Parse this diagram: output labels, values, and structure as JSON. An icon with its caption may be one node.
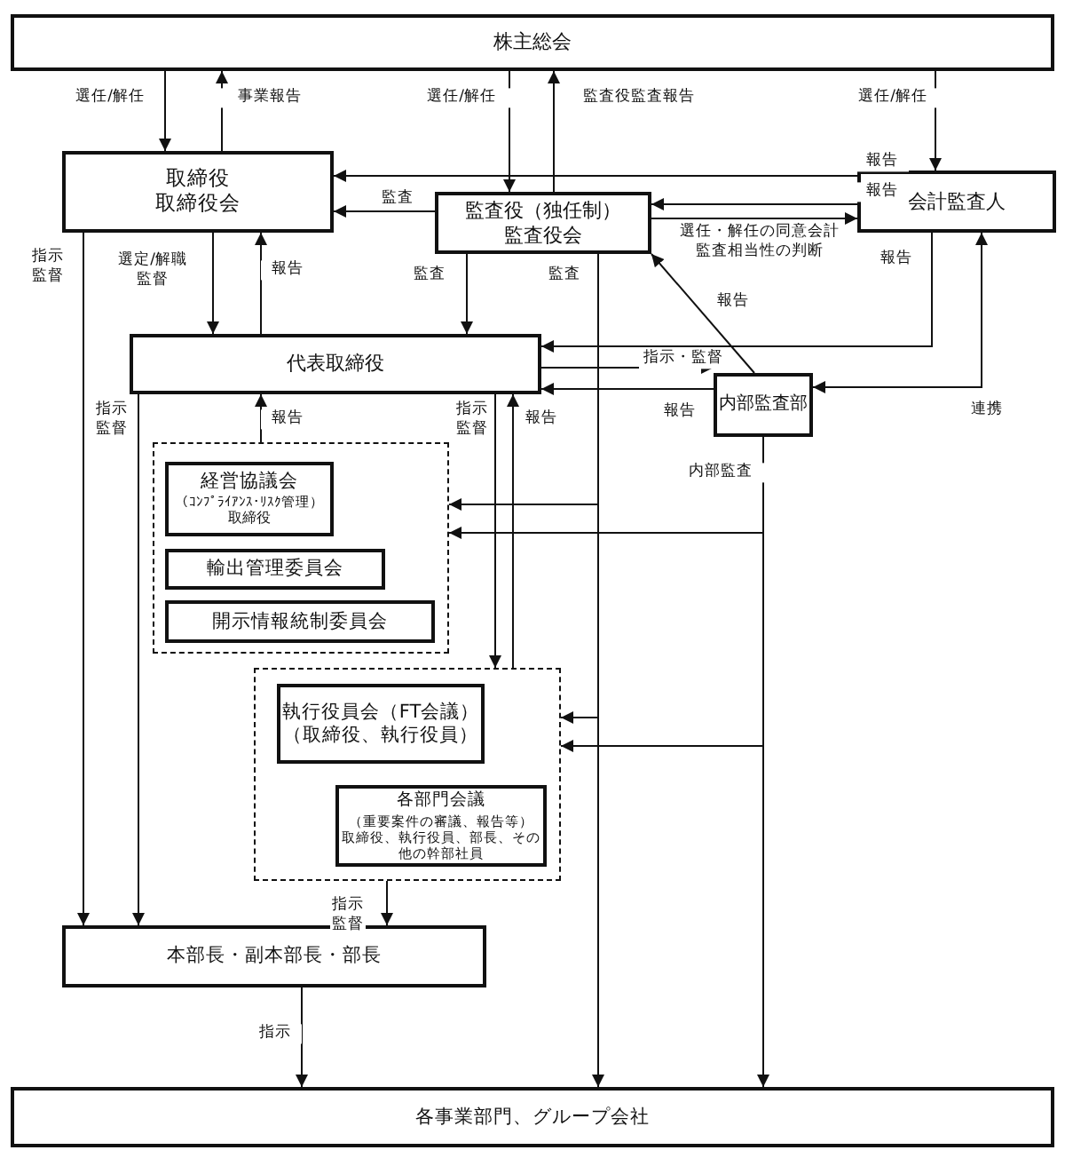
{
  "diagram": {
    "nodes": [
      {
        "text": [
          "株主総会"
        ]
      },
      {
        "text": [
          "取締役",
          "取締役会"
        ]
      },
      {
        "text": [
          "監査役（独任制）",
          "監査役会"
        ]
      },
      {
        "text": [
          "会計監査人"
        ]
      },
      {
        "text": [
          "代表取締役"
        ]
      },
      {
        "text": [
          "内部監査部"
        ]
      },
      {
        "text": [],
        "shape": "box"
      },
      {
        "text": [
          "経営協議会",
          "（ｺﾝﾌﾟﾗｲｱﾝｽ･ﾘｽｸ管理）",
          "取締役"
        ],
        "in": 6
      },
      {
        "text": [
          "輸出管理委員会"
        ],
        "in": 6
      },
      {
        "text": [
          "開示情報統制委員会"
        ],
        "in": 6
      },
      {
        "text": [],
        "shape": "box"
      },
      {
        "text": [
          "執行役員会（FT会議）",
          "（取締役、執行役員）"
        ],
        "in": 10
      },
      {
        "text": [
          "各部門会議",
          "（重要案件の審議、報告等）",
          "取締役、執行役員、部長、その他の幹部社員"
        ],
        "in": 10
      },
      {
        "text": [
          "本部長・副本部長・部長"
        ]
      },
      {
        "text": [
          "各事業部門、グループ会社"
        ]
      }
    ],
    "edges": [
      {
        "from": 0,
        "to": 1,
        "arrow": "to",
        "label": "選任/解任"
      },
      {
        "from": 1,
        "to": 0,
        "arrow": "to",
        "label": "事業報告"
      },
      {
        "from": 0,
        "to": 2,
        "arrow": "to",
        "label": "選任/解任"
      },
      {
        "from": 2,
        "to": 0,
        "arrow": "to",
        "label": "監査役監査報告"
      },
      {
        "from": 0,
        "to": 3,
        "arrow": "to",
        "label": "選任/解任"
      },
      {
        "from": 3,
        "to": 1,
        "arrow": "to",
        "label": "報告"
      },
      {
        "from": 3,
        "to": 2,
        "arrow": "to",
        "label": "報告"
      },
      {
        "from": 2,
        "to": 3,
        "arrow": "to",
        "label": "選任・解任の同意会計監査相当性の判断"
      },
      {
        "from": 2,
        "to": 1,
        "arrow": "to",
        "label": "監査"
      },
      {
        "from": 2,
        "to": 4,
        "arrow": "to",
        "label": "監査"
      },
      {
        "from": 2,
        "to": 6,
        "arrow": "to"
      },
      {
        "from": 2,
        "to": 10,
        "arrow": "to"
      },
      {
        "from": 2,
        "to": 14,
        "arrow": "to",
        "label": "監査"
      },
      {
        "from": 1,
        "to": 13,
        "arrow": "to",
        "label": "指示監督"
      },
      {
        "from": 1,
        "to": 4,
        "arrow": "to",
        "label": "選定/解職監督"
      },
      {
        "from": 4,
        "to": 1,
        "arrow": "to",
        "label": "報告"
      },
      {
        "from": 4,
        "to": 13,
        "arrow": "to",
        "label": "指示監督"
      },
      {
        "from": 6,
        "to": 4,
        "arrow": "to",
        "label": "報告"
      },
      {
        "from": 4,
        "to": 10,
        "arrow": "to",
        "label": "指示監督"
      },
      {
        "from": 10,
        "to": 4,
        "arrow": "to",
        "label": "報告"
      },
      {
        "from": 3,
        "to": 4,
        "arrow": "to",
        "label": "報告"
      },
      {
        "from": 4,
        "to": 5,
        "arrow": "to",
        "label": "指示・監督"
      },
      {
        "from": 5,
        "to": 4,
        "arrow": "to",
        "label": "報告"
      },
      {
        "from": 5,
        "to": 2,
        "arrow": "to",
        "label": "報告"
      },
      {
        "from": 5,
        "to": 3,
        "arrow": "both",
        "label": "連携"
      },
      {
        "from": 5,
        "to": 6,
        "arrow": "to"
      },
      {
        "from": 5,
        "to": 10,
        "arrow": "to"
      },
      {
        "from": 5,
        "to": 14,
        "arrow": "to",
        "label": "内部監査"
      },
      {
        "from": 10,
        "to": 13,
        "arrow": "to",
        "label": "指示監督"
      },
      {
        "from": 13,
        "to": 14,
        "arrow": "to",
        "label": "指示"
      }
    ]
  }
}
